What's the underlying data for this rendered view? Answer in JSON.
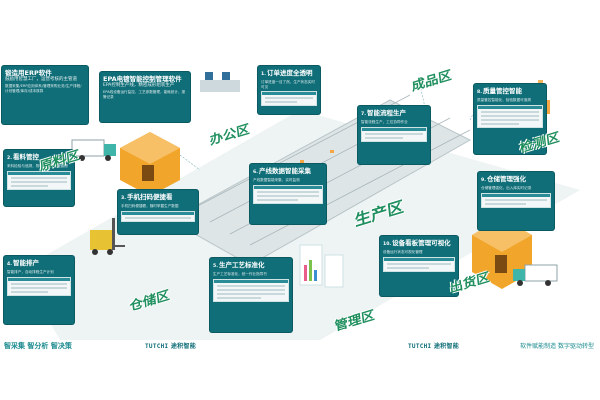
{
  "panels": {
    "erp": {
      "title": "锻造用ERP软件",
      "sub": "鼓励用智慧工厂，运营考核的主管道",
      "desc": "数据采集/ERP应用体系/管理采购业务/生产排程/计划管理/库存/成本核算"
    },
    "epa": {
      "title": "EPA电镀智能控制管理软件",
      "sub": "EPA控制生产线，精密成形组装生产",
      "desc": "EPA线设备运行监控，工艺参数管理，能耗统计，报警记录"
    },
    "p1": {
      "num": "1.",
      "title": "订单进度全透明",
      "desc": "订单进度一目了然，生产状态实时可见"
    },
    "p2": {
      "num": "2.",
      "title": "看料管控",
      "desc": "来料检验与追溯，物料状态全过程跟踪"
    },
    "p3": {
      "num": "3.",
      "title": "手机扫码便捷看",
      "desc": "手机扫码便捷看，随时掌握生产数据"
    },
    "p4": {
      "num": "4.",
      "title": "智能排产",
      "desc": "智能排产，自动排程生产计划"
    },
    "p5": {
      "num": "5.",
      "title": "生产工艺标准化",
      "desc": "生产工艺标准化，统一作业指导书"
    },
    "p6": {
      "num": "6.",
      "title": "产线数据智能采集",
      "desc": "产线数据智能采集，实时监测"
    },
    "p7": {
      "num": "7.",
      "title": "智能流程生产",
      "desc": "智能流程生产，工位协同作业"
    },
    "p8": {
      "num": "8.",
      "title": "质量管控智能",
      "desc": "质量管控智能化，检验数据可追溯"
    },
    "p9": {
      "num": "9.",
      "title": "仓储管理强化",
      "desc": "仓储管理强化，出入库实时记录"
    },
    "p10": {
      "num": "10.",
      "title": "设备看板管理可视化",
      "desc": "设备运行状态可视化管理"
    }
  },
  "zones": {
    "office": "办公区",
    "receiving": "原料区",
    "testing": "检测区",
    "production": "生产区",
    "finished": "成品区",
    "warehouse": "仓储区",
    "management": "管理区",
    "shipping": "出货区"
  },
  "footer": {
    "slogan_left": "智采集 智分析 智决策",
    "brand_en": "TUTCHI",
    "brand_cn": "途积智能",
    "slogan_right": "软件赋能制造 数字驱动转型"
  },
  "colors": {
    "panel": "#0f6e78",
    "zone_text": "#1f8f5e",
    "accent": "#1a8a8f",
    "box": "#f2a52b",
    "truck": "#3fb5a9",
    "forklift": "#e7c233"
  }
}
